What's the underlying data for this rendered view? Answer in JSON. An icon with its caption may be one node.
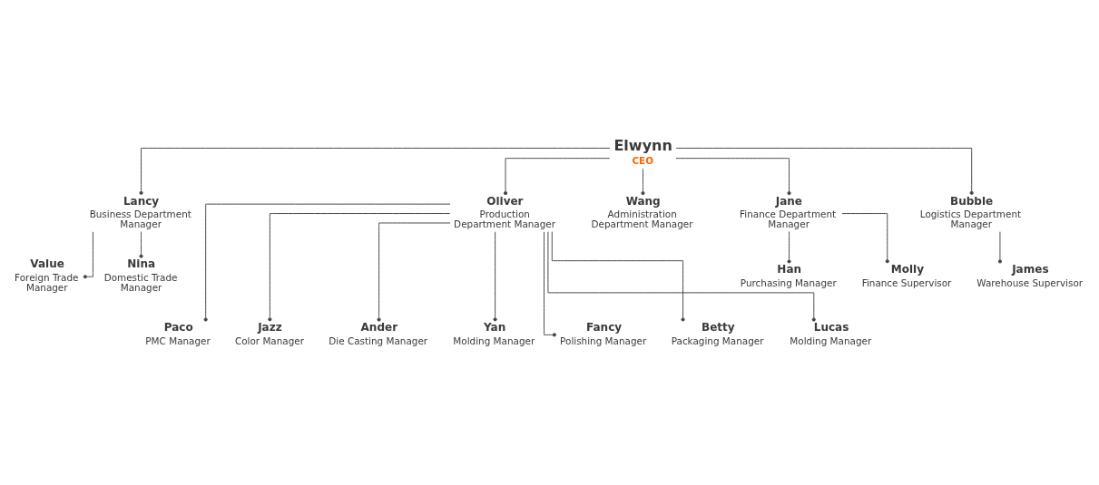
{
  "diagram": {
    "nodes": [
      {
        "text": [
          "Elwynn",
          "CEO"
        ]
      },
      {
        "text": [
          "Lancy",
          "Business Department Manager"
        ]
      },
      {
        "text": [
          "Oliver",
          "Production Department Manager"
        ]
      },
      {
        "text": [
          "Wang",
          "Administration Department Manager"
        ]
      },
      {
        "text": [
          "Jane",
          "Finance Department Manager"
        ]
      },
      {
        "text": [
          "Bubble",
          "Logistics Department Manager"
        ]
      },
      {
        "text": [
          "Value",
          "Foreign Trade Manager"
        ]
      },
      {
        "text": [
          "Nina",
          "Domestic Trade Manager"
        ]
      },
      {
        "text": [
          "Han",
          "Purchasing Manager"
        ]
      },
      {
        "text": [
          "Molly",
          "Finance Supervisor"
        ]
      },
      {
        "text": [
          "James",
          "Warehouse Supervisor"
        ]
      },
      {
        "text": [
          "Paco",
          "PMC Manager"
        ]
      },
      {
        "text": [
          "Jazz",
          "Color Manager"
        ]
      },
      {
        "text": [
          "Ander",
          "Die Casting Manager"
        ]
      },
      {
        "text": [
          "Yan",
          "Molding Manager"
        ]
      },
      {
        "text": [
          "Fancy",
          "Polishing Manager"
        ]
      },
      {
        "text": [
          "Betty",
          "Packaging Manager"
        ]
      },
      {
        "text": [
          "Lucas",
          "Molding Manager"
        ]
      }
    ],
    "edges": [
      {
        "from": 0,
        "to": 1,
        "arrow": "other"
      },
      {
        "from": 0,
        "to": 2,
        "arrow": "other"
      },
      {
        "from": 0,
        "to": 3,
        "arrow": "other"
      },
      {
        "from": 0,
        "to": 4,
        "arrow": "other"
      },
      {
        "from": 0,
        "to": 5,
        "arrow": "other"
      },
      {
        "from": 1,
        "to": 6,
        "arrow": "other"
      },
      {
        "from": 1,
        "to": 7,
        "arrow": "other"
      },
      {
        "from": 4,
        "to": 8,
        "arrow": "other"
      },
      {
        "from": 4,
        "to": 9,
        "arrow": "other"
      },
      {
        "from": 5,
        "to": 10,
        "arrow": "other"
      },
      {
        "from": 2,
        "to": 11,
        "arrow": "other"
      },
      {
        "from": 2,
        "to": 12,
        "arrow": "other"
      },
      {
        "from": 2,
        "to": 13,
        "arrow": "other"
      },
      {
        "from": 2,
        "to": 14,
        "arrow": "other"
      },
      {
        "from": 2,
        "to": 15,
        "arrow": "other"
      },
      {
        "from": 2,
        "to": 16,
        "arrow": "other"
      },
      {
        "from": 2,
        "to": 17,
        "arrow": "other"
      }
    ]
  }
}
